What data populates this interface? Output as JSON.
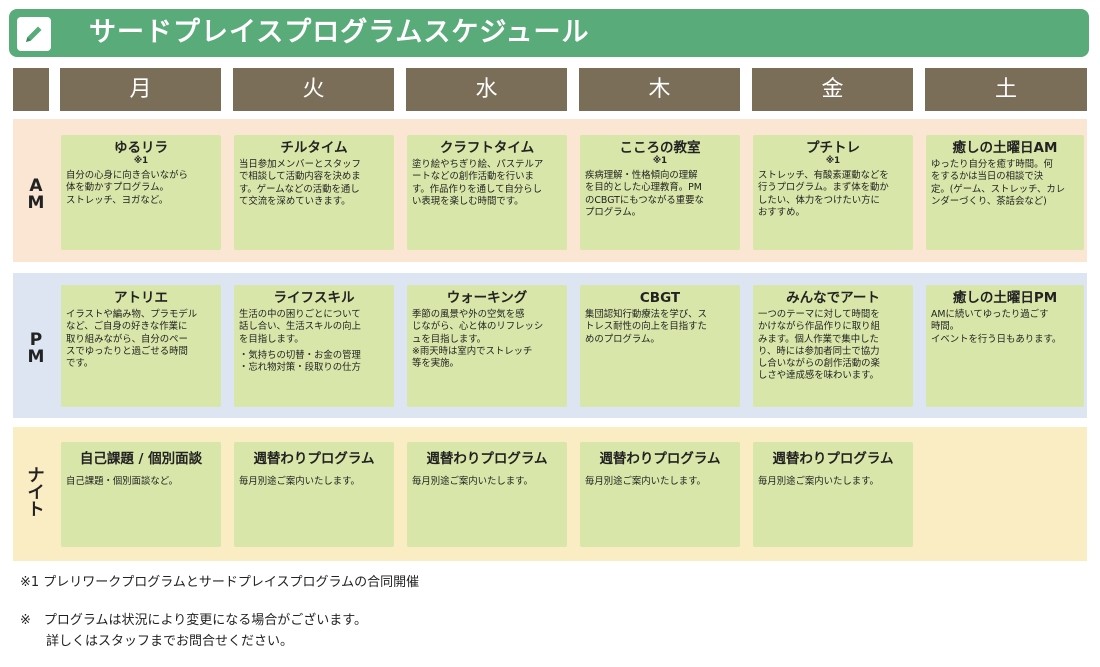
{
  "header": {
    "title": "サードプレイスプログラムスケジュール",
    "icon": "pencil-icon",
    "color": "#5aab7a"
  },
  "days": [
    "月",
    "火",
    "水",
    "木",
    "金",
    "土"
  ],
  "rows": {
    "am": "A\nM",
    "pm": "P\nM",
    "night": "ナ\nイ\nト"
  },
  "am": [
    {
      "title": "ゆるリラ",
      "note": "※1",
      "desc": "自分の心身に向き合いながら\n体を動かすプログラム。\nストレッチ、ヨガなど。"
    },
    {
      "title": "チルタイム",
      "note": "",
      "desc": "当日参加メンバーとスタッフ\nで相談して活動内容を決めま\nす。ゲームなどの活動を通し\nて交流を深めていきます。"
    },
    {
      "title": "クラフトタイム",
      "note": "",
      "desc": "塗り絵やちぎり絵、パステルア\nートなどの創作活動を行いま\nす。作品作りを通して自分らし\nい表現を楽しむ時間です。"
    },
    {
      "title": "こころの教室",
      "note": "※1",
      "desc": "疾病理解・性格傾向の理解\nを目的とした心理教育。PM\nのCBGTにもつながる重要な\nプログラム。"
    },
    {
      "title": "プチトレ",
      "note": "※1",
      "desc": "ストレッチ、有酸素運動などを\n行うプログラム。まず体を動か\nしたい、体力をつけたい方に\nおすすめ。"
    },
    {
      "title": "癒しの土曜日AM",
      "note": "",
      "desc": "ゆったり自分を癒す時間。何\nをするかは当日の相談で決\n定。(ゲーム、ストレッチ、カレ\nンダーづくり、茶話会など)"
    }
  ],
  "pm": [
    {
      "title": "アトリエ",
      "desc": "イラストや編み物、プラモデル\nなど、ご自身の好きな作業に\n取り組みながら、自分のペー\nスでゆったりと過ごせる時間\nです。",
      "list": ""
    },
    {
      "title": "ライフスキル",
      "desc": "生活の中の困りごとについて\n話し合い、生活スキルの向上\nを目指します。",
      "list": "・気持ちの切替・お金の管理\n・忘れ物対策・段取りの仕方"
    },
    {
      "title": "ウォーキング",
      "desc": "季節の風景や外の空気を感\nじながら、心と体のリフレッシ\nュを目指します。\n※雨天時は室内でストレッチ\n等を実施。",
      "list": ""
    },
    {
      "title": "CBGT",
      "desc": "集団認知行動療法を学び、ス\nトレス耐性の向上を目指すた\nめのプログラム。",
      "list": ""
    },
    {
      "title": "みんなでアート",
      "desc": "一つのテーマに対して時間を\nかけながら作品作りに取り組\nみます。個人作業で集中した\nり、時には参加者同士で協力\nし合いながらの創作活動の楽\nしさや達成感を味わいます。",
      "list": ""
    },
    {
      "title": "癒しの土曜日PM",
      "desc": "AMに続いてゆったり過ごす\n時間。\nイベントを行う日もあります。",
      "list": ""
    }
  ],
  "night": [
    {
      "title": "自己課題 / 個別面談",
      "desc": "自己課題・個別面談など。"
    },
    {
      "title": "週替わりプログラム",
      "desc": "毎月別途ご案内いたします。"
    },
    {
      "title": "週替わりプログラム",
      "desc": "毎月別途ご案内いたします。"
    },
    {
      "title": "週替わりプログラム",
      "desc": "毎月別途ご案内いたします。"
    },
    {
      "title": "週替わりプログラム",
      "desc": "毎月別途ご案内いたします。"
    }
  ],
  "footnotes": {
    "note1": "※1 プレリワークプログラムとサードプレイスプログラムの合同開催",
    "note2": "※　プログラムは状況により変更になる場合がございます。\n　　詳しくはスタッフまでお問合せください。"
  }
}
